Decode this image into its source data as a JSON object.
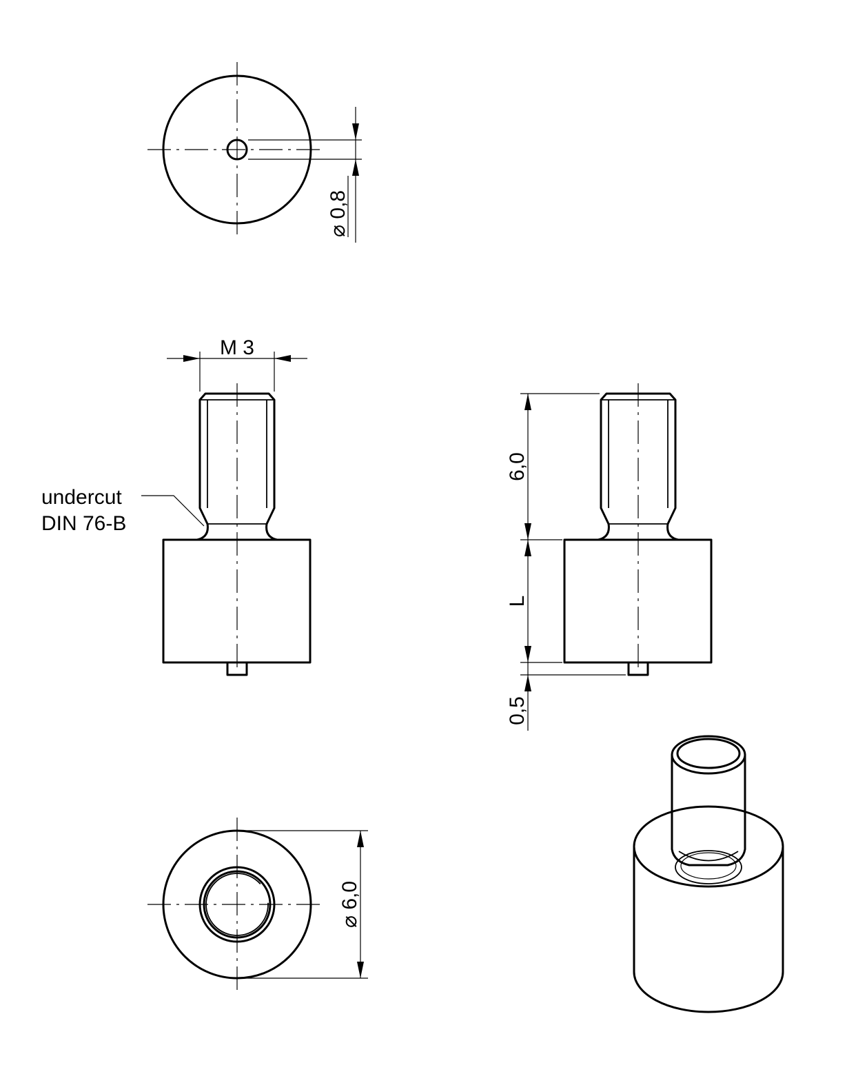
{
  "dimensions": {
    "pin_diameter": "⌀ 0,8",
    "thread": "M 3",
    "thread_length": "6,0",
    "body_length": "L",
    "pin_projection": "0,5",
    "outer_diameter": "⌀ 6,0"
  },
  "notes": {
    "undercut_line1": "undercut",
    "undercut_line2": "DIN 76-B"
  }
}
